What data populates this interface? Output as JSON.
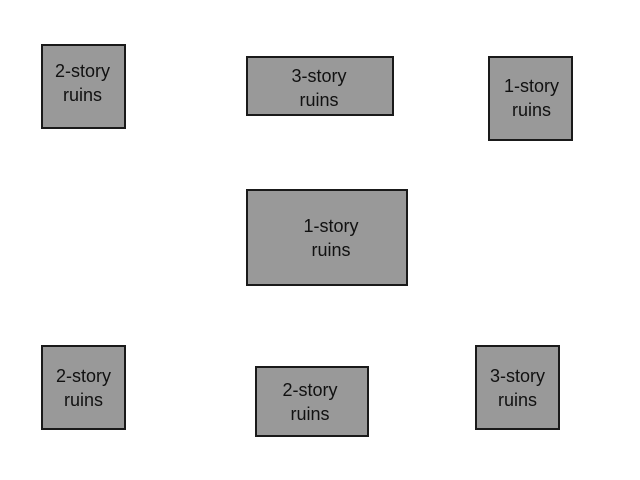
{
  "ruins": [
    {
      "line1": "2-story",
      "line2": "ruins"
    },
    {
      "line1": "3-story",
      "line2": "ruins"
    },
    {
      "line1": "1-story",
      "line2": "ruins"
    },
    {
      "line1": "1-story",
      "line2": "ruins"
    },
    {
      "line1": "2-story",
      "line2": "ruins"
    },
    {
      "line1": "2-story",
      "line2": "ruins"
    },
    {
      "line1": "3-story",
      "line2": "ruins"
    }
  ],
  "colors": {
    "block_fill": "#999999",
    "block_border": "#1a1a1a",
    "text": "#111111",
    "background": "#ffffff"
  }
}
